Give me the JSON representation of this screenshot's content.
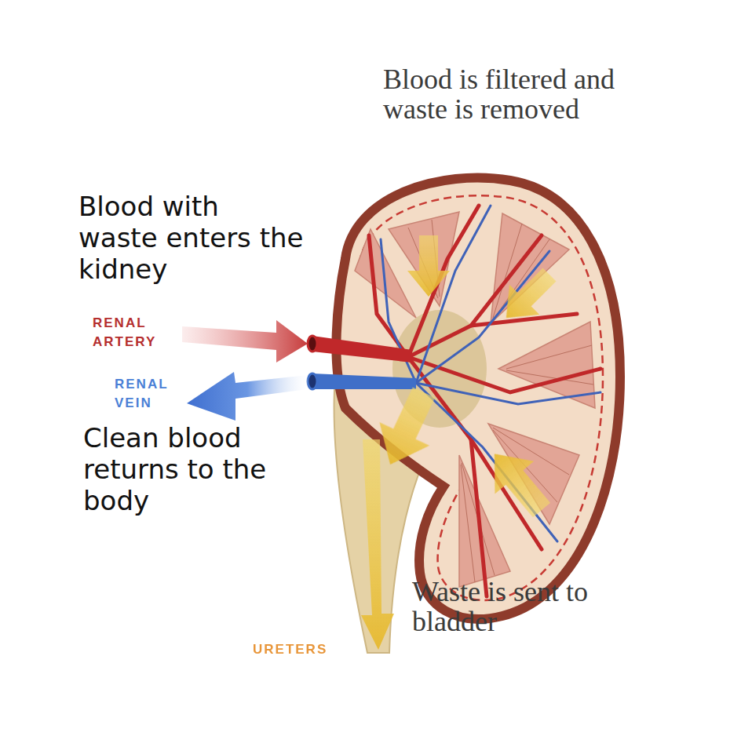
{
  "diagram": {
    "labels": [
      "Blood is filtered and waste is removed",
      "Blood with waste enters the kidney",
      "RENAL ARTERY",
      "RENAL VEIN",
      "Clean blood returns to the body",
      "Waste is sent to bladder",
      "URETERS"
    ]
  }
}
